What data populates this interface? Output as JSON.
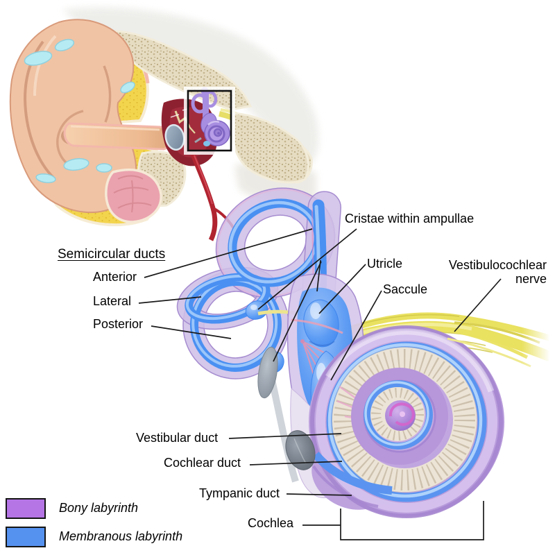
{
  "figure": {
    "labels": {
      "semicircular_header": "Semicircular ducts",
      "anterior": "Anterior",
      "lateral": "Lateral",
      "posterior": "Posterior",
      "cristae": "Cristae within ampullae",
      "utricle": "Utricle",
      "saccule": "Saccule",
      "vestibulocochlear_nerve": "Vestibulocochlear nerve",
      "vestibular_duct": "Vestibular duct",
      "cochlear_duct": "Cochlear duct",
      "tympanic_duct": "Tympanic duct",
      "cochlea": "Cochlea"
    },
    "legend": {
      "items": [
        {
          "label": "Bony labyrinth",
          "color": "#b575e5"
        },
        {
          "label": "Membranous labyrinth",
          "color": "#5592f0"
        }
      ]
    },
    "colors": {
      "bony_labyrinth": "#b575e5",
      "membranous_labyrinth": "#5592f0",
      "nerve_yellow": "#e9e160",
      "leader_line": "#1a1a1a",
      "label_text": "#000000"
    },
    "icons": {
      "inset_highlight_box": "black-rectangle-callout"
    }
  }
}
